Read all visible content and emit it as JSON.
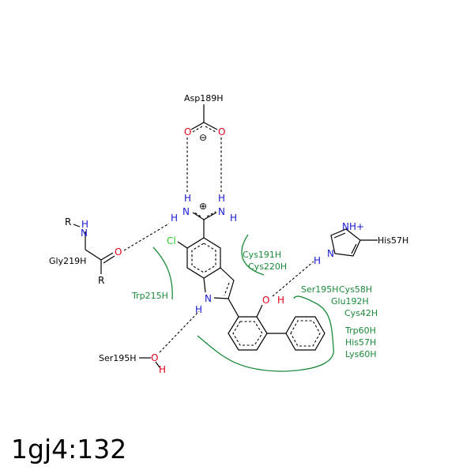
{
  "title": "1gj4:132",
  "colors": {
    "hydrophobic": "#1a8a3a",
    "oxygen": "#e0001a",
    "nitrogen": "#1a1ad0",
    "chlorine": "#2dc92d",
    "bond": "#000000"
  },
  "residues": {
    "asp189": "Asp189H",
    "gly219": "Gly219H",
    "trp215": "Trp215H",
    "ser195a": "Ser195H",
    "his57a": "His57H",
    "cys191": "Cys191H",
    "cys220": "Cys220H",
    "ser195b": "Ser195H",
    "cys58": "Cys58H",
    "glu192": "Glu192H",
    "cys42": "Cys42H",
    "trp60": "Trp60H",
    "his57b": "His57H",
    "lys60": "Lys60H"
  },
  "atoms": {
    "o": "O",
    "n": "N",
    "h": "H",
    "r": "R",
    "cl": "Cl",
    "nh_plus": "NH+",
    "minus": "⊖",
    "plus": "⊕"
  }
}
